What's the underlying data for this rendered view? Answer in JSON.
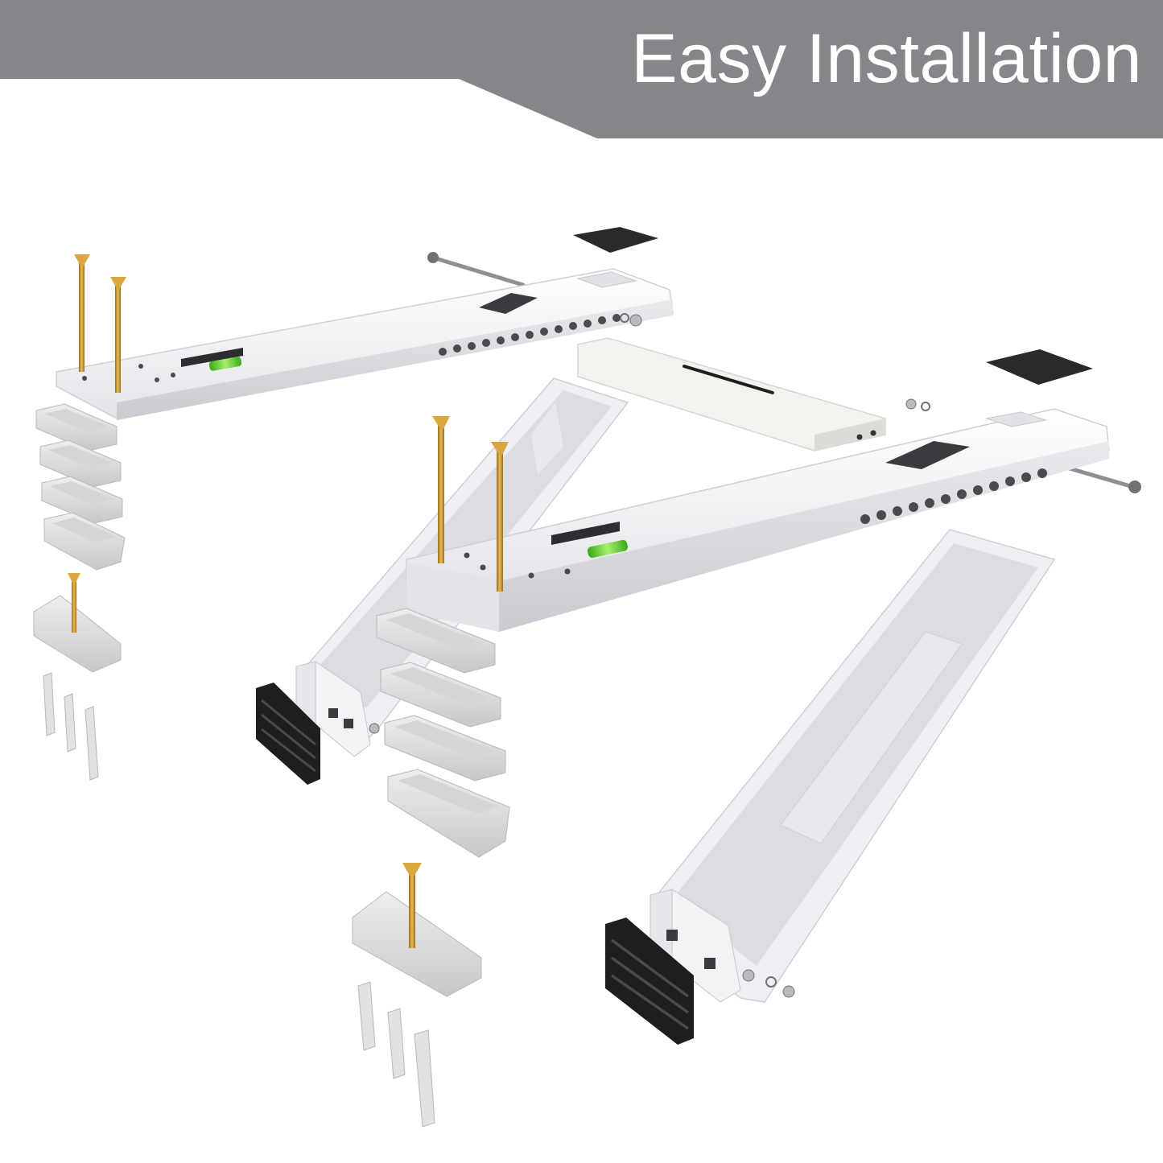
{
  "banner": {
    "title": "Easy Installation",
    "bg_color": "#858689",
    "text_color": "#ffffff"
  },
  "scene": {
    "items": [
      {
        "name": "left-top-rail-bracket"
      },
      {
        "name": "right-top-rail-bracket"
      },
      {
        "name": "center-crossbar"
      },
      {
        "name": "left-support-arm"
      },
      {
        "name": "right-support-arm"
      },
      {
        "name": "bubble-level-icon"
      },
      {
        "name": "wood-screw-icon"
      },
      {
        "name": "wall-anchor-icon"
      },
      {
        "name": "rubber-foot-pad-icon"
      },
      {
        "name": "spacer-block-icon"
      },
      {
        "name": "hex-bolt-icon"
      },
      {
        "name": "black-pad-icon"
      }
    ]
  },
  "colors": {
    "metal": "#f4f4f6",
    "metal_shade": "#d8d9dd",
    "plastic": "#e6e6e8",
    "rubber": "#1c1c1c",
    "screw": "#c8962e",
    "level": "#6fd13a"
  }
}
